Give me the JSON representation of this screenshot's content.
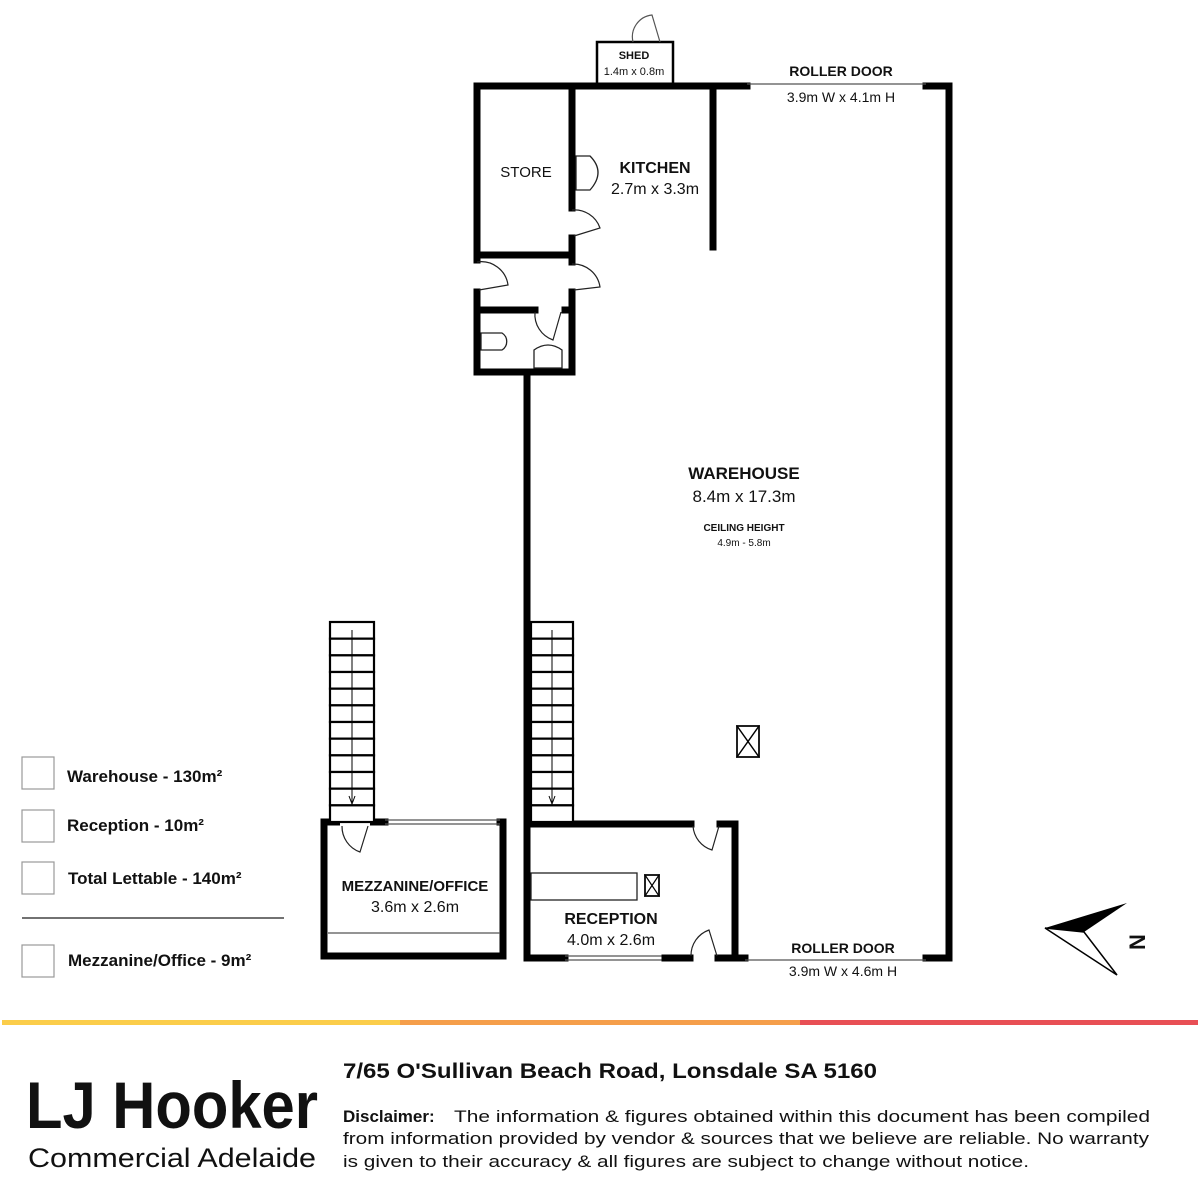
{
  "plan": {
    "shed": {
      "name": "SHED",
      "size": "1.4m x 0.8m"
    },
    "roller_door_top": {
      "name": "ROLLER DOOR",
      "size": "3.9m W x 4.1m H"
    },
    "store": {
      "name": "STORE"
    },
    "kitchen": {
      "name": "KITCHEN",
      "size": "2.7m x 3.3m"
    },
    "warehouse": {
      "name": "WAREHOUSE",
      "size": "8.4m x 17.3m",
      "ceiling_label": "CEILING HEIGHT",
      "ceiling_value": "4.9m - 5.8m"
    },
    "mezzanine": {
      "name": "MEZZANINE/OFFICE",
      "size": "3.6m x 2.6m"
    },
    "reception": {
      "name": "RECEPTION",
      "size": "4.0m x 2.6m"
    },
    "roller_door_bottom": {
      "name": "ROLLER DOOR",
      "size": "3.9m W x 4.6m H"
    },
    "compass": {
      "label": "N",
      "icon": "north-arrow-icon"
    }
  },
  "legend": [
    {
      "label": "Warehouse - 130m²"
    },
    {
      "label": "Reception - 10m²"
    },
    {
      "label": "Total Lettable - 140m²"
    },
    {
      "label": "Mezzanine/Office - 9m²"
    }
  ],
  "colors": {
    "bar_yellow": "#fbcd4a",
    "bar_orange": "#f59e4a",
    "bar_red": "#e84f55"
  },
  "footer": {
    "brand": "LJ Hooker",
    "brand_sub": "Commercial Adelaide",
    "address": "7/65 O'Sullivan Beach Road, Lonsdale SA 5160",
    "disclaimer_label": "Disclaimer:",
    "disclaimer_lines": [
      "The information & figures obtained within this document has been compiled",
      "from information provided by vendor & sources that we believe are reliable. No warranty",
      "is given to their accuracy & all figures are subject to change without notice."
    ]
  }
}
